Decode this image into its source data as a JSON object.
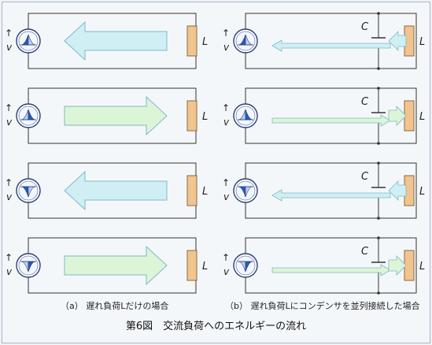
{
  "figure_title": "第6図　交流負荷へのエネルギーの流れ",
  "captions": {
    "a": "（a）  遅れ負荷Lだけの場合",
    "b": "（b）  遅れ負荷Lにコンデンサを並列接続した場合"
  },
  "labels": {
    "inductor": "L",
    "capacitor": "C",
    "voltage": "v",
    "current_arrow": "↑"
  },
  "colors": {
    "wire": "#333333",
    "inductor_fill": "#f2c48f",
    "inductor_stroke": "#8a6a3c",
    "flow_to_source": "#cfeff5",
    "flow_to_load": "#dcf5d7",
    "source_dark": "#2459c6",
    "source_light": "#bdd0f0"
  },
  "rows": [
    {
      "wave": "rising",
      "panel_a_flow": "to-source",
      "panel_b_flow": "to-source"
    },
    {
      "wave": "falling",
      "panel_a_flow": "to-load",
      "panel_b_flow": "to-load"
    },
    {
      "wave": "neg-falling",
      "panel_a_flow": "to-source",
      "panel_b_flow": "to-source"
    },
    {
      "wave": "neg-rising",
      "panel_a_flow": "to-load",
      "panel_b_flow": "to-load"
    }
  ]
}
